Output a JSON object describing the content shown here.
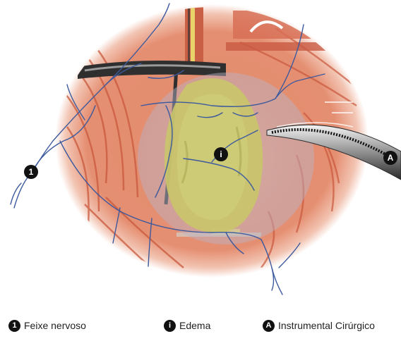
{
  "markers": {
    "nerve": "1",
    "edema": "i",
    "instrument": "A"
  },
  "legend": [
    {
      "badge": "1",
      "label": "Feixe nervoso"
    },
    {
      "badge": "i",
      "label": "Edema"
    },
    {
      "badge": "A",
      "label": "Instrumental Cirúrgico"
    }
  ],
  "colors": {
    "tissue": "#e08a6a",
    "tissue_dark": "#c9583d",
    "edema": "#c9c46a",
    "overlay": "#b9b6c9",
    "nerve": "#3d5a9e",
    "instrument": "#2b2b2b",
    "marker": "#111111"
  }
}
